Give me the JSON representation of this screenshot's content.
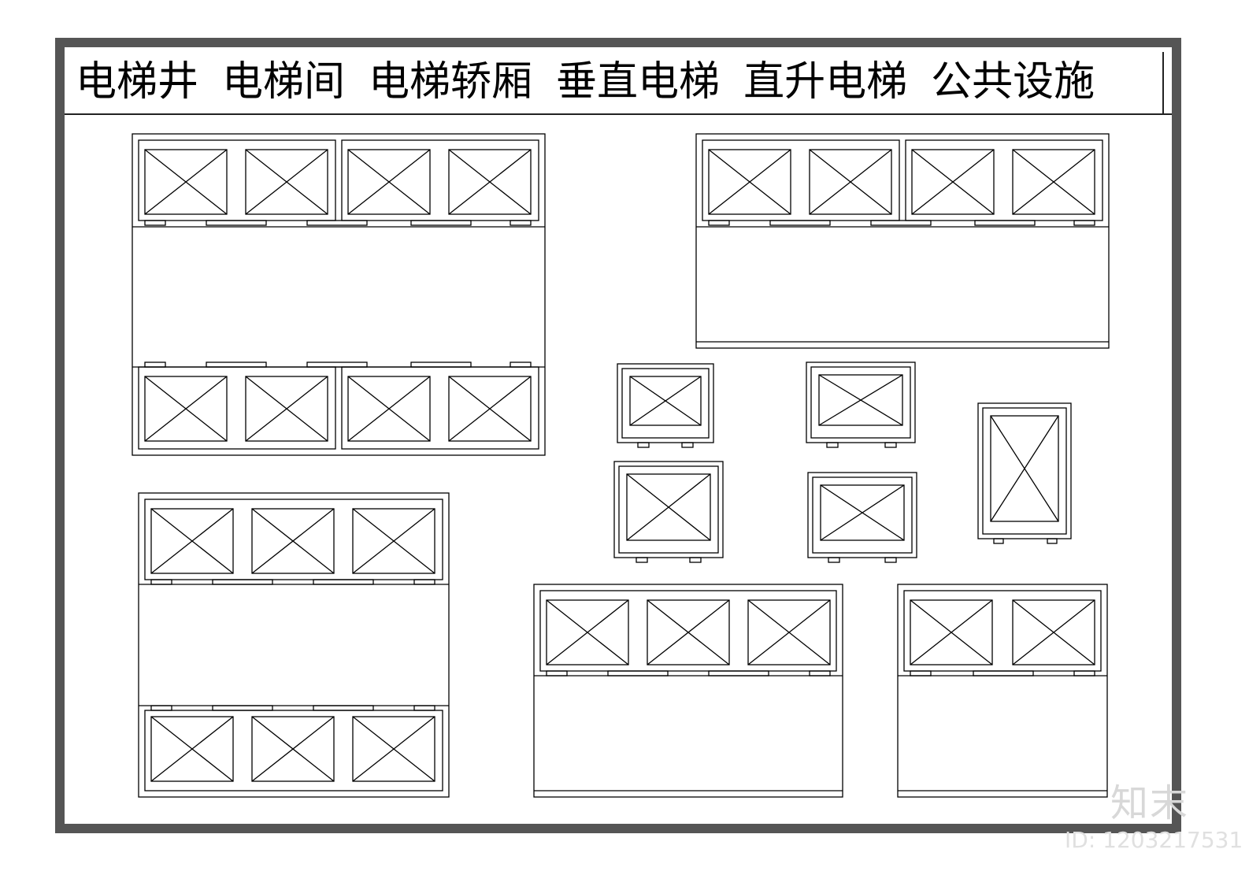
{
  "title_words": [
    "电梯井",
    "电梯间",
    "电梯轿厢",
    "垂直电梯",
    "直升电梯",
    "公共设施"
  ],
  "watermark": {
    "brand": "知末",
    "id": "ID: 1203217531"
  },
  "colors": {
    "frame": "#555555",
    "line": "#000000",
    "paper": "#ffffff"
  },
  "plan": {
    "groups": [
      {
        "name": "double-row-4x2",
        "count": 8
      },
      {
        "name": "single-row-4",
        "count": 4
      },
      {
        "name": "double-row-3x2",
        "count": 6
      },
      {
        "name": "single-small-cars",
        "count": 5
      },
      {
        "name": "single-row-3",
        "count": 3
      },
      {
        "name": "single-row-2",
        "count": 2
      }
    ]
  }
}
